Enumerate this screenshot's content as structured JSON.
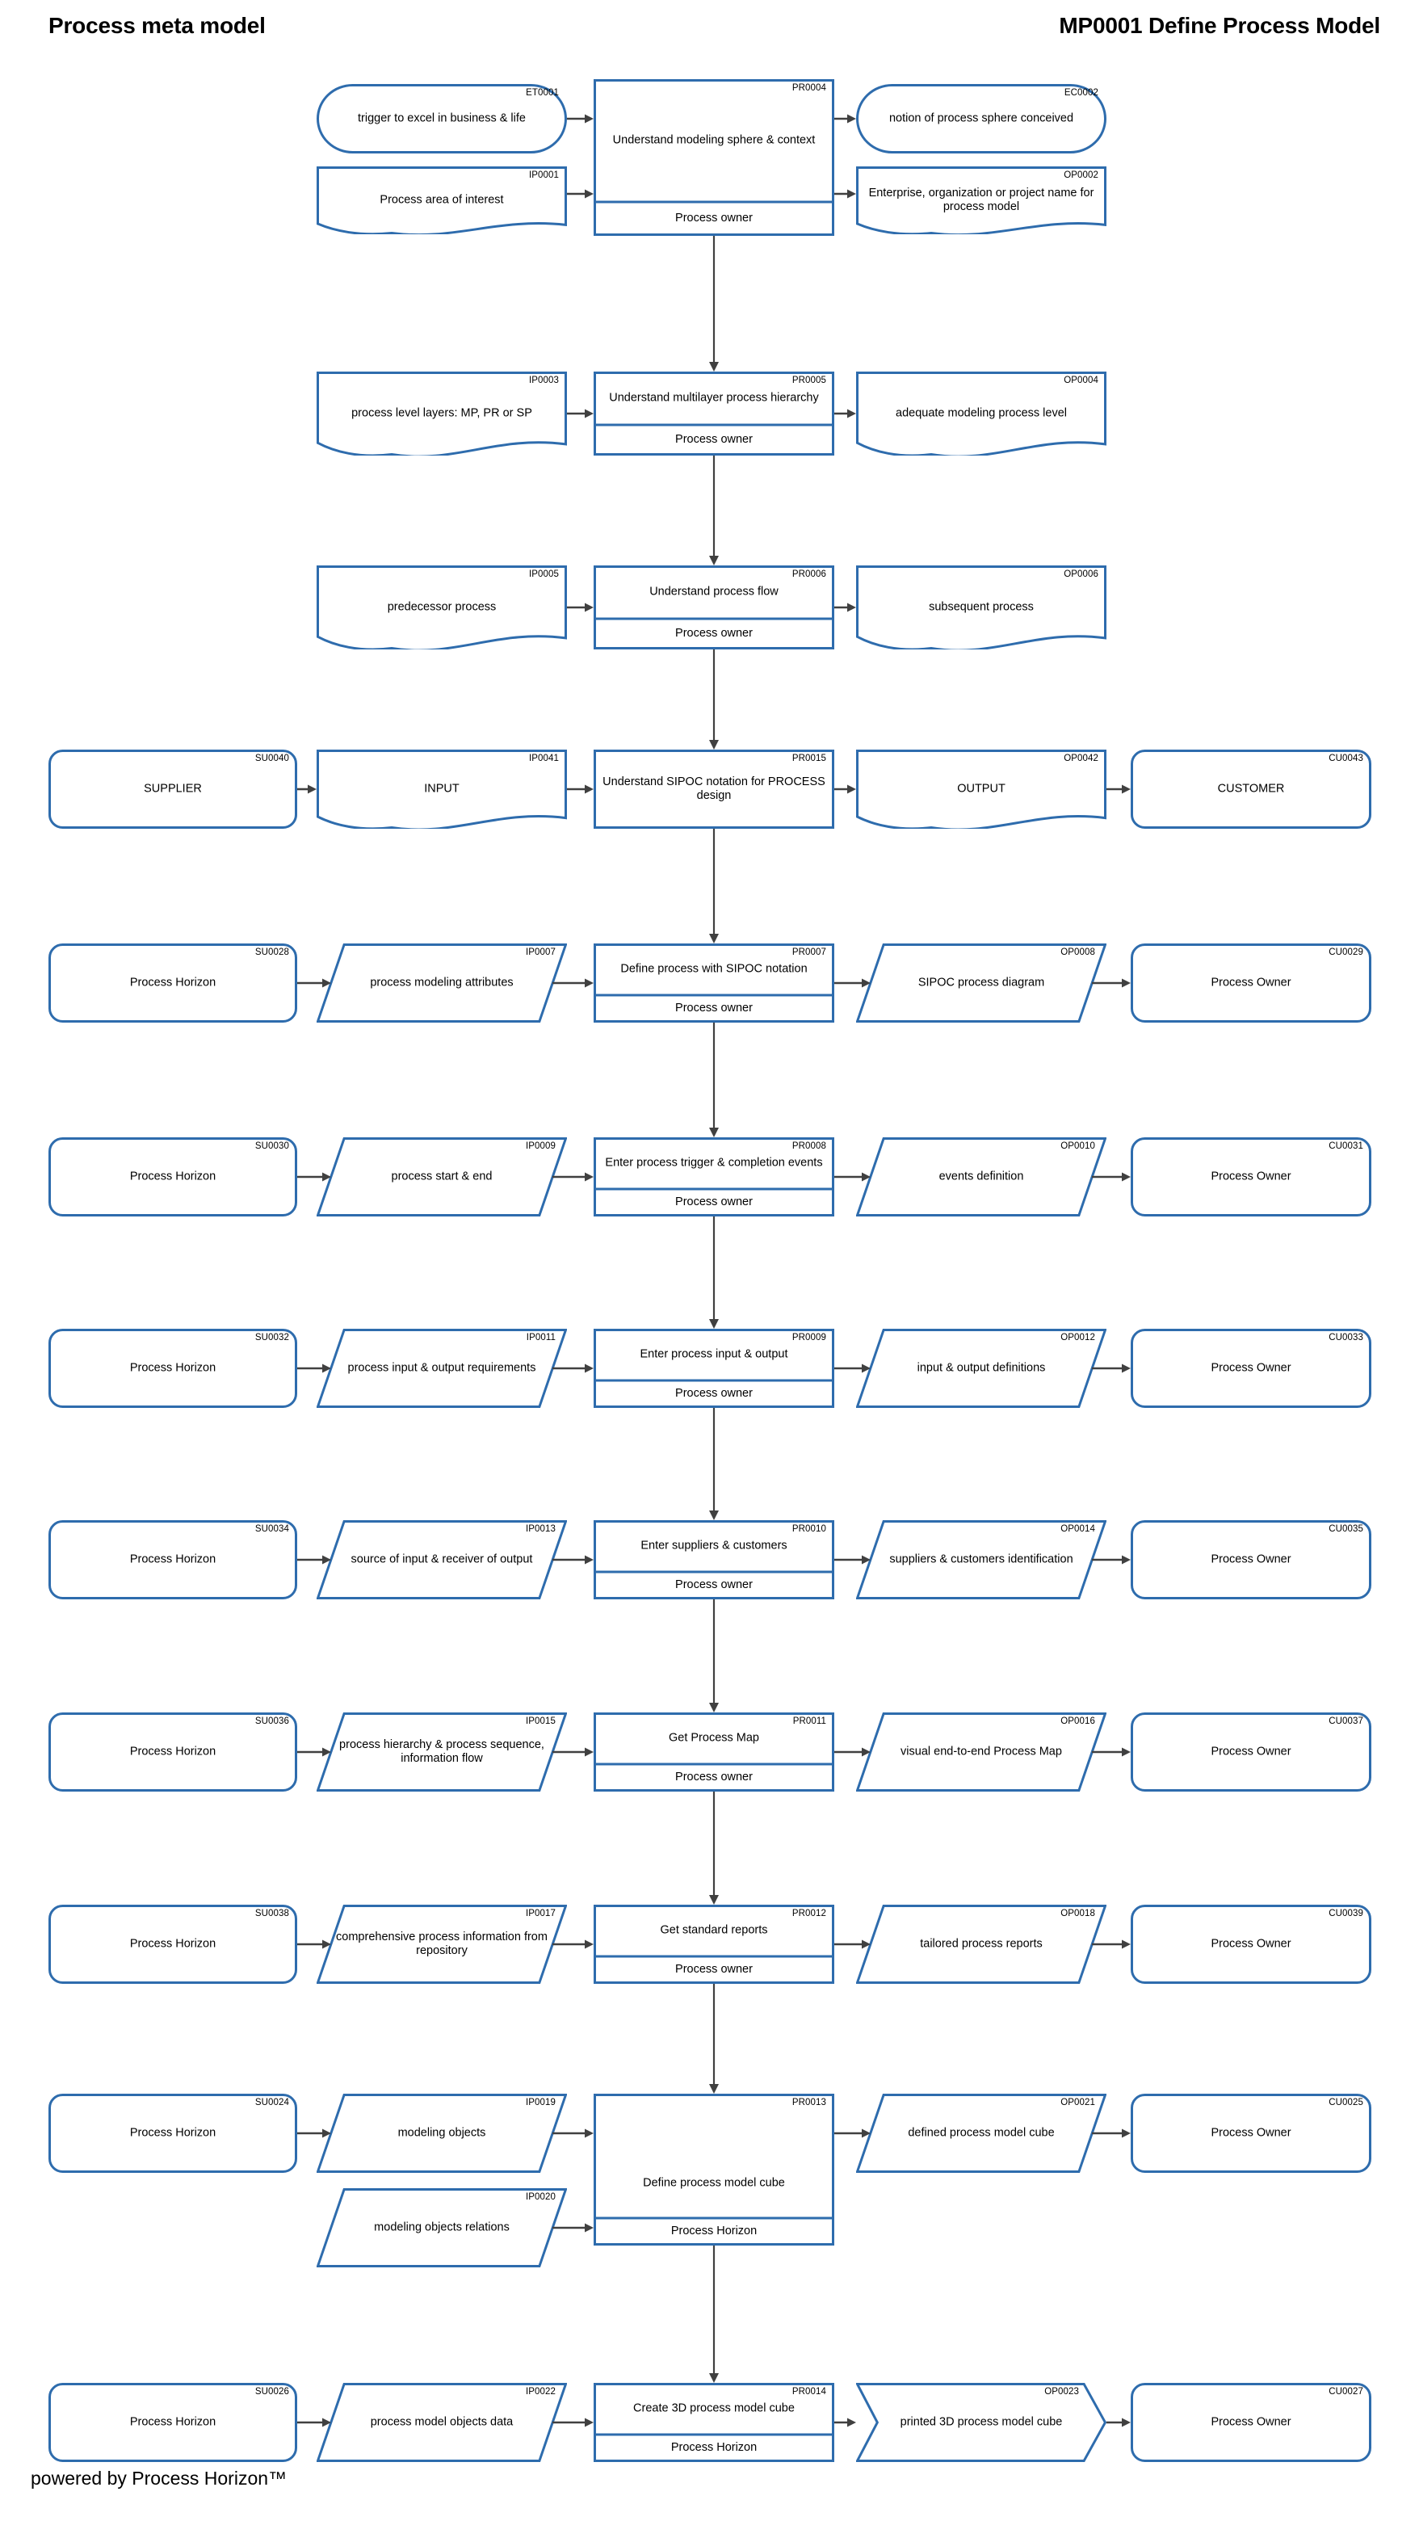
{
  "page": {
    "title_left": "Process meta model",
    "title_right": "MP0001 Define Process Model",
    "footer": "powered by Process Horizon™",
    "accent_color": "#2e6cad",
    "arrow_color": "#404040",
    "background": "#ffffff"
  },
  "rows": [
    {
      "id": "row-1",
      "trigger": {
        "code": "ET0001",
        "label": "trigger to excel in business & life",
        "shape": "stadium"
      },
      "input": {
        "code": "IP0001",
        "label": "Process area of interest",
        "shape": "document"
      },
      "process": {
        "code": "PR0004",
        "label": "Understand modeling sphere & context",
        "role": "Process owner",
        "shape": "process"
      },
      "event_out": {
        "code": "EC0002",
        "label": "notion of process sphere conceived",
        "shape": "stadium"
      },
      "output": {
        "code": "OP0002",
        "label": "Enterprise, organization or project name for process model",
        "shape": "document"
      }
    },
    {
      "id": "row-2",
      "input": {
        "code": "IP0003",
        "label": "process level layers: MP, PR or SP",
        "shape": "document"
      },
      "process": {
        "code": "PR0005",
        "label": "Understand multilayer process hierarchy",
        "role": "Process owner",
        "shape": "process"
      },
      "output": {
        "code": "OP0004",
        "label": "adequate modeling process level",
        "shape": "document"
      }
    },
    {
      "id": "row-3",
      "input": {
        "code": "IP0005",
        "label": "predecessor process",
        "shape": "document"
      },
      "process": {
        "code": "PR0006",
        "label": "Understand process flow",
        "role": "Process owner",
        "shape": "process"
      },
      "output": {
        "code": "OP0006",
        "label": "subsequent process",
        "shape": "document"
      }
    },
    {
      "id": "row-4",
      "supplier": {
        "code": "SU0040",
        "label": "SUPPLIER",
        "shape": "rounded"
      },
      "input": {
        "code": "IP0041",
        "label": "INPUT",
        "shape": "document"
      },
      "process": {
        "code": "PR0015",
        "label": "Understand SIPOC notation for PROCESS design",
        "role": "",
        "shape": "process-norole"
      },
      "output": {
        "code": "OP0042",
        "label": "OUTPUT",
        "shape": "document"
      },
      "customer": {
        "code": "CU0043",
        "label": "CUSTOMER",
        "shape": "rounded"
      }
    },
    {
      "id": "row-5",
      "supplier": {
        "code": "SU0028",
        "label": "Process Horizon",
        "shape": "rounded"
      },
      "input": {
        "code": "IP0007",
        "label": "process modeling attributes",
        "shape": "parallelogram"
      },
      "process": {
        "code": "PR0007",
        "label": "Define process with SIPOC notation",
        "role": "Process owner",
        "shape": "process"
      },
      "output": {
        "code": "OP0008",
        "label": "SIPOC process diagram",
        "shape": "parallelogram"
      },
      "customer": {
        "code": "CU0029",
        "label": "Process Owner",
        "shape": "rounded"
      }
    },
    {
      "id": "row-6",
      "supplier": {
        "code": "SU0030",
        "label": "Process Horizon",
        "shape": "rounded"
      },
      "input": {
        "code": "IP0009",
        "label": "process start & end",
        "shape": "parallelogram"
      },
      "process": {
        "code": "PR0008",
        "label": "Enter process trigger & completion events",
        "role": "Process owner",
        "shape": "process"
      },
      "output": {
        "code": "OP0010",
        "label": "events definition",
        "shape": "parallelogram"
      },
      "customer": {
        "code": "CU0031",
        "label": "Process Owner",
        "shape": "rounded"
      }
    },
    {
      "id": "row-7",
      "supplier": {
        "code": "SU0032",
        "label": "Process Horizon",
        "shape": "rounded"
      },
      "input": {
        "code": "IP0011",
        "label": "process input & output requirements",
        "shape": "parallelogram"
      },
      "process": {
        "code": "PR0009",
        "label": "Enter process input & output",
        "role": "Process owner",
        "shape": "process"
      },
      "output": {
        "code": "OP0012",
        "label": "input & output definitions",
        "shape": "parallelogram"
      },
      "customer": {
        "code": "CU0033",
        "label": "Process Owner",
        "shape": "rounded"
      }
    },
    {
      "id": "row-8",
      "supplier": {
        "code": "SU0034",
        "label": "Process Horizon",
        "shape": "rounded"
      },
      "input": {
        "code": "IP0013",
        "label": "source of input & receiver of output",
        "shape": "parallelogram"
      },
      "process": {
        "code": "PR0010",
        "label": "Enter suppliers & customers",
        "role": "Process owner",
        "shape": "process"
      },
      "output": {
        "code": "OP0014",
        "label": "suppliers & customers identification",
        "shape": "parallelogram"
      },
      "customer": {
        "code": "CU0035",
        "label": "Process Owner",
        "shape": "rounded"
      }
    },
    {
      "id": "row-9",
      "supplier": {
        "code": "SU0036",
        "label": "Process Horizon",
        "shape": "rounded"
      },
      "input": {
        "code": "IP0015",
        "label": "process hierarchy & process sequence, information flow",
        "shape": "parallelogram"
      },
      "process": {
        "code": "PR0011",
        "label": "Get Process Map",
        "role": "Process owner",
        "shape": "process"
      },
      "output": {
        "code": "OP0016",
        "label": "visual end-to-end Process Map",
        "shape": "parallelogram"
      },
      "customer": {
        "code": "CU0037",
        "label": "Process Owner",
        "shape": "rounded"
      }
    },
    {
      "id": "row-10",
      "supplier": {
        "code": "SU0038",
        "label": "Process Horizon",
        "shape": "rounded"
      },
      "input": {
        "code": "IP0017",
        "label": "comprehensive process information from repository",
        "shape": "parallelogram"
      },
      "process": {
        "code": "PR0012",
        "label": "Get standard reports",
        "role": "Process owner",
        "shape": "process"
      },
      "output": {
        "code": "OP0018",
        "label": "tailored process reports",
        "shape": "parallelogram"
      },
      "customer": {
        "code": "CU0039",
        "label": "Process Owner",
        "shape": "rounded"
      }
    },
    {
      "id": "row-11",
      "supplier": {
        "code": "SU0024",
        "label": "Process Horizon",
        "shape": "rounded"
      },
      "input": {
        "code": "IP0019",
        "label": "modeling objects",
        "shape": "parallelogram"
      },
      "input2": {
        "code": "IP0020",
        "label": "modeling objects relations",
        "shape": "parallelogram"
      },
      "process": {
        "code": "PR0013",
        "label": "Define process model cube",
        "role": "Process Horizon",
        "shape": "process-tall"
      },
      "output": {
        "code": "OP0021",
        "label": "defined process model cube",
        "shape": "parallelogram"
      },
      "customer": {
        "code": "CU0025",
        "label": "Process Owner",
        "shape": "rounded"
      }
    },
    {
      "id": "row-12",
      "supplier": {
        "code": "SU0026",
        "label": "Process Horizon",
        "shape": "rounded"
      },
      "input": {
        "code": "IP0022",
        "label": "process model objects data",
        "shape": "parallelogram"
      },
      "process": {
        "code": "PR0014",
        "label": "Create 3D process model cube",
        "role": "Process Horizon",
        "shape": "process"
      },
      "output": {
        "code": "OP0023",
        "label": "printed 3D process model cube",
        "shape": "chevron"
      },
      "customer": {
        "code": "CU0027",
        "label": "Process Owner",
        "shape": "rounded"
      }
    }
  ]
}
